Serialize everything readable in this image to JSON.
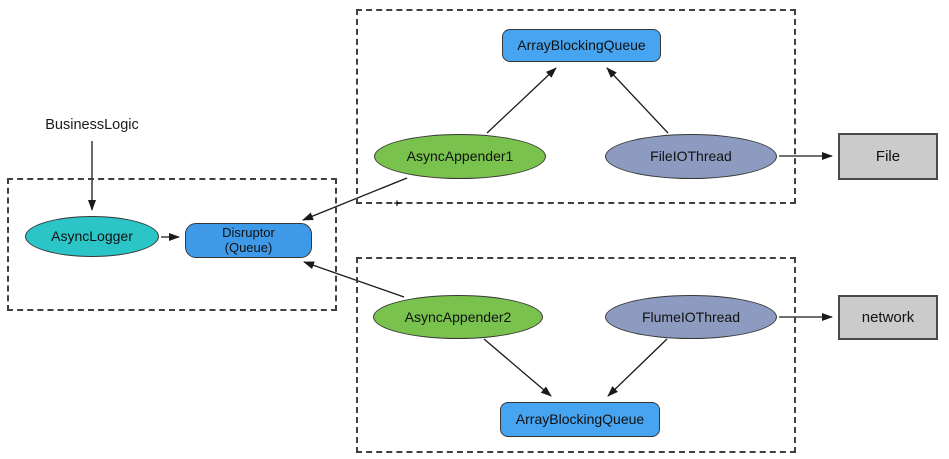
{
  "diagram": {
    "colors": {
      "arrow": "#1a1a1a",
      "dashed_border": "#3f3f3f",
      "teal": "#2cc5c7",
      "medium_blue": "#3e9ae8",
      "light_blue": "#47a4f0",
      "green": "#79c24d",
      "slate_blue": "#8c9bbf",
      "gray": "#cbcbcb"
    },
    "nodes": {
      "business_logic": {
        "label": "BusinessLogic"
      },
      "async_logger": {
        "label": "AsyncLogger",
        "fill": "#2cc5c7"
      },
      "disruptor": {
        "label": "Disruptor\n(Queue)",
        "fill": "#3e9ae8"
      },
      "array_blocking_queue_top": {
        "label": "ArrayBlockingQueue",
        "fill": "#47a4f0"
      },
      "async_appender1": {
        "label": "AsyncAppender1",
        "fill": "#79c24d"
      },
      "file_io_thread": {
        "label": "FileIOThread",
        "fill": "#8c9bbf"
      },
      "file": {
        "label": "File",
        "fill": "#cbcbcb"
      },
      "async_appender2": {
        "label": "AsyncAppender2",
        "fill": "#79c24d"
      },
      "flume_io_thread": {
        "label": "FlumeIOThread",
        "fill": "#8c9bbf"
      },
      "array_blocking_queue_bottom": {
        "label": "ArrayBlockingQueue",
        "fill": "#47a4f0"
      },
      "network": {
        "label": "network",
        "fill": "#cbcbcb"
      }
    },
    "plus_marker": "+",
    "edges": [
      {
        "from": "BusinessLogic",
        "to": "AsyncLogger"
      },
      {
        "from": "AsyncLogger",
        "to": "Disruptor"
      },
      {
        "from": "AsyncAppender1",
        "to": "Disruptor"
      },
      {
        "from": "AsyncAppender2",
        "to": "Disruptor"
      },
      {
        "from": "AsyncAppender1",
        "to": "ArrayBlockingQueue (top)"
      },
      {
        "from": "FileIOThread",
        "to": "ArrayBlockingQueue (top)"
      },
      {
        "from": "FileIOThread",
        "to": "File"
      },
      {
        "from": "AsyncAppender2",
        "to": "ArrayBlockingQueue (bottom)"
      },
      {
        "from": "FlumeIOThread",
        "to": "ArrayBlockingQueue (bottom)"
      },
      {
        "from": "FlumeIOThread",
        "to": "network"
      }
    ]
  }
}
